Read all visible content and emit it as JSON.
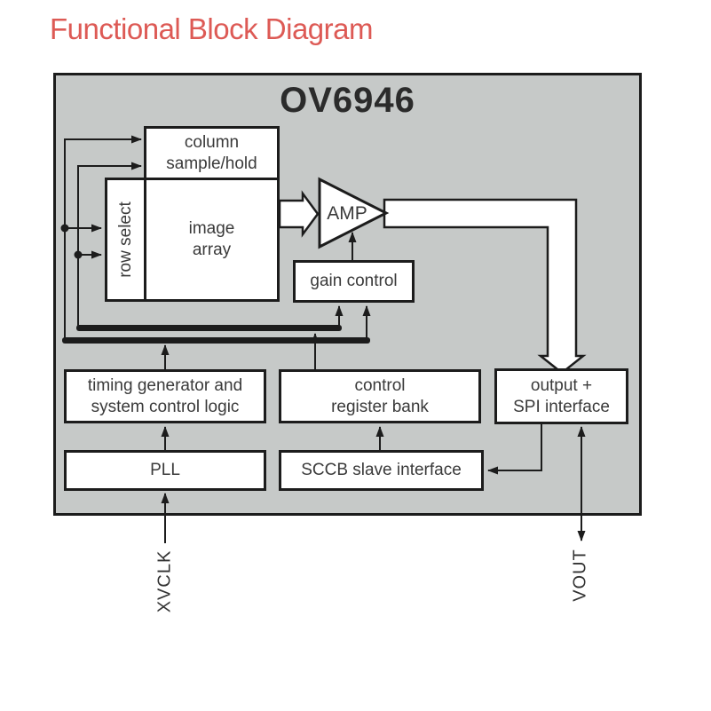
{
  "page": {
    "title": "Functional Block Diagram"
  },
  "diagram": {
    "chip_name": "OV6946",
    "blocks": {
      "column_sample_hold": {
        "lines": [
          "column",
          "sample/hold"
        ]
      },
      "row_select": {
        "label": "row select"
      },
      "image_array": {
        "lines": [
          "image",
          "array"
        ]
      },
      "amp": {
        "label": "AMP"
      },
      "gain_control": {
        "label": "gain control"
      },
      "timing_generator": {
        "lines": [
          "timing generator and",
          "system control logic"
        ]
      },
      "control_register_bank": {
        "lines": [
          "control",
          "register bank"
        ]
      },
      "output_spi": {
        "lines": [
          "output +",
          "SPI interface"
        ]
      },
      "pll": {
        "label": "PLL"
      },
      "sccb": {
        "label": "SCCB slave interface"
      }
    },
    "pins": {
      "xvclk": "XVCLK",
      "vout": "VOUT"
    },
    "colors": {
      "accent_red": "#dd5a55",
      "panel_gray": "#c6c9c8",
      "line_black": "#1c1c1c",
      "label_text": "#3a3a3a"
    }
  }
}
